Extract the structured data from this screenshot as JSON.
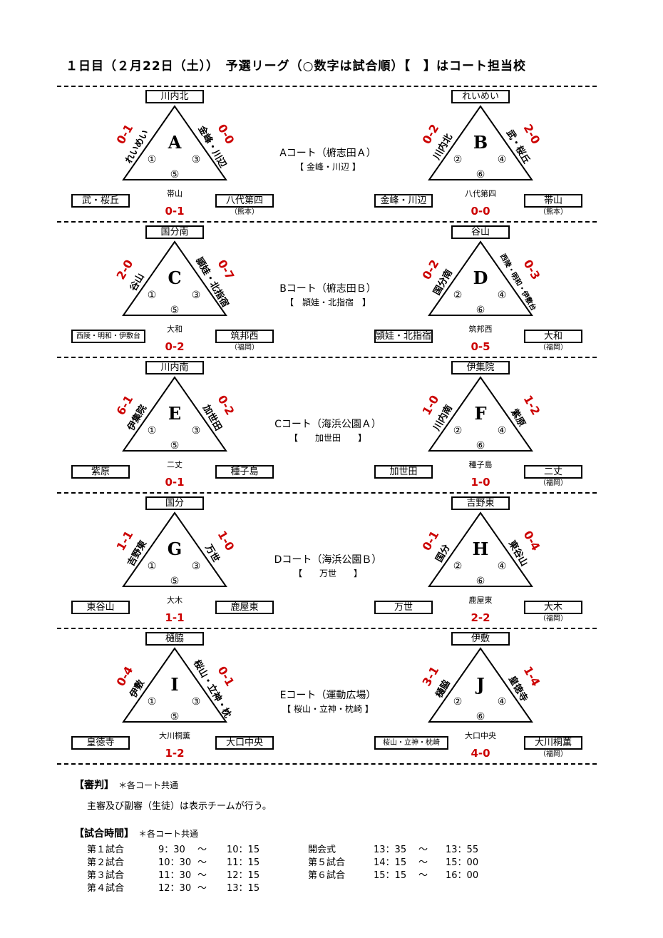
{
  "header": {
    "title": "１日目（２月22日（土））　予選リーグ（○数字は試合順）【　】はコート担当校"
  },
  "groups": [
    {
      "court": "Aコート（椨志田Ａ）",
      "court_sub": "【 金峰・川辺 】",
      "left": {
        "letter": "A",
        "top": "川内北",
        "bl": "武・桜丘",
        "br": "八代第四",
        "br_note": "（熊本）",
        "ls": "れいめい",
        "lr": "0‐1",
        "rs": "金峰・川辺",
        "rr": "0‐0",
        "bm": "帯山",
        "br_res": "0‐1",
        "n1": "①",
        "n2": "③",
        "n3": "⑤"
      },
      "right": {
        "letter": "B",
        "top": "れいめい",
        "bl": "金峰・川辺",
        "br": "帯山",
        "br_note": "（熊本）",
        "ls": "川内北",
        "lr": "0‐2",
        "rs": "武・桜丘",
        "rr": "2‐0",
        "bm": "八代第四",
        "br_res": "0‐0",
        "n1": "②",
        "n2": "④",
        "n3": "⑥"
      }
    },
    {
      "court": "Bコート（椨志田Ｂ）",
      "court_sub": "【　頴娃・北指宿　】",
      "left": {
        "letter": "C",
        "top": "国分南",
        "bl": "西陵・明和・伊敷台",
        "br": "筑邦西",
        "br_note": "（福岡）",
        "ls": "谷山",
        "lr": "2‐0",
        "rs": "頴娃・北指宿",
        "rr": "0‐7",
        "bm": "大和",
        "br_res": "0‐2",
        "n1": "①",
        "n2": "③",
        "n3": "⑤"
      },
      "right": {
        "letter": "D",
        "top": "谷山",
        "bl": "頴娃・北指宿",
        "br": "大和",
        "br_note": "（福岡）",
        "ls": "国分南",
        "lr": "0‐2",
        "rs": "西陵・明和・伊敷台",
        "rr": "0‐3",
        "bm": "筑邦西",
        "br_res": "0‐5",
        "n1": "②",
        "n2": "④",
        "n3": "⑥"
      }
    },
    {
      "court": "Cコート（海浜公園Ａ）",
      "court_sub": "【　　加世田　　】",
      "left": {
        "letter": "E",
        "top": "川内南",
        "bl": "紫原",
        "br": "種子島",
        "br_note": "",
        "ls": "伊集院",
        "lr": "6‐1",
        "rs": "加世田",
        "rr": "0‐2",
        "bm": "二丈",
        "br_res": "0‐1",
        "n1": "①",
        "n2": "③",
        "n3": "⑤"
      },
      "right": {
        "letter": "F",
        "top": "伊集院",
        "bl": "加世田",
        "br": "二丈",
        "br_note": "（福岡）",
        "ls": "川内南",
        "lr": "1‐0",
        "rs": "紫原",
        "rr": "1‐2",
        "bm": "種子島",
        "br_res": "1‐0",
        "n1": "②",
        "n2": "④",
        "n3": "⑥"
      }
    },
    {
      "court": "Dコート（海浜公園Ｂ）",
      "court_sub": "【　　万世　　】",
      "left": {
        "letter": "G",
        "top": "国分",
        "bl": "東谷山",
        "br": "鹿屋東",
        "br_note": "",
        "ls": "吉野東",
        "lr": "1‐1",
        "rs": "万世",
        "rr": "1‐0",
        "bm": "大木",
        "br_res": "1‐1",
        "n1": "①",
        "n2": "③",
        "n3": "⑤"
      },
      "right": {
        "letter": "H",
        "top": "吉野東",
        "bl": "万世",
        "br": "大木",
        "br_note": "（福岡）",
        "ls": "国分",
        "lr": "0‐1",
        "rs": "東谷山",
        "rr": "0‐4",
        "bm": "鹿屋東",
        "br_res": "2‐2",
        "n1": "②",
        "n2": "④",
        "n3": "⑥"
      }
    },
    {
      "court": "Eコート（運動広場）",
      "court_sub": "【 桜山・立神・枕崎 】",
      "left": {
        "letter": "I",
        "top": "樋脇",
        "bl": "皇徳寺",
        "br": "大口中央",
        "br_note": "",
        "ls": "伊敷",
        "lr": "0‐4",
        "rs": "桜山・立神・枕",
        "rr": "0‐1",
        "bm": "大川桐薫",
        "br_res": "1‐2",
        "n1": "①",
        "n2": "③",
        "n3": "⑤"
      },
      "right": {
        "letter": "J",
        "top": "伊敷",
        "bl": "桜山・立神・枕崎",
        "br": "大川桐薫",
        "br_note": "（福岡）",
        "ls": "樋脇",
        "lr": "3‐1",
        "rs": "皇徳寺",
        "rr": "1‐4",
        "bm": "大口中央",
        "br_res": "4‐0",
        "n1": "②",
        "n2": "④",
        "n3": "⑥"
      }
    }
  ],
  "referee": {
    "head": "【審判】",
    "note": "＊各コート共通",
    "text": "主審及び副審（生徒）は表示チームが行う。"
  },
  "times": {
    "head": "【試合時間】",
    "note": "＊各コート共通",
    "left": [
      {
        "name": "第１試合",
        "start": "9：30",
        "sep": "～",
        "end": "10：15"
      },
      {
        "name": "第２試合",
        "start": "10：30",
        "sep": "～",
        "end": "11：15"
      },
      {
        "name": "第３試合",
        "start": "11：30",
        "sep": "～",
        "end": "12：15"
      },
      {
        "name": "第４試合",
        "start": "12：30",
        "sep": "～",
        "end": "13：15"
      }
    ],
    "right": [
      {
        "name": "開会式",
        "start": "13：35",
        "sep": "～",
        "end": "13：55"
      },
      {
        "name": "第５試合",
        "start": "14：15",
        "sep": "～",
        "end": "15：00"
      },
      {
        "name": "第６試合",
        "start": "15：15",
        "sep": "～",
        "end": "16：00"
      }
    ]
  }
}
